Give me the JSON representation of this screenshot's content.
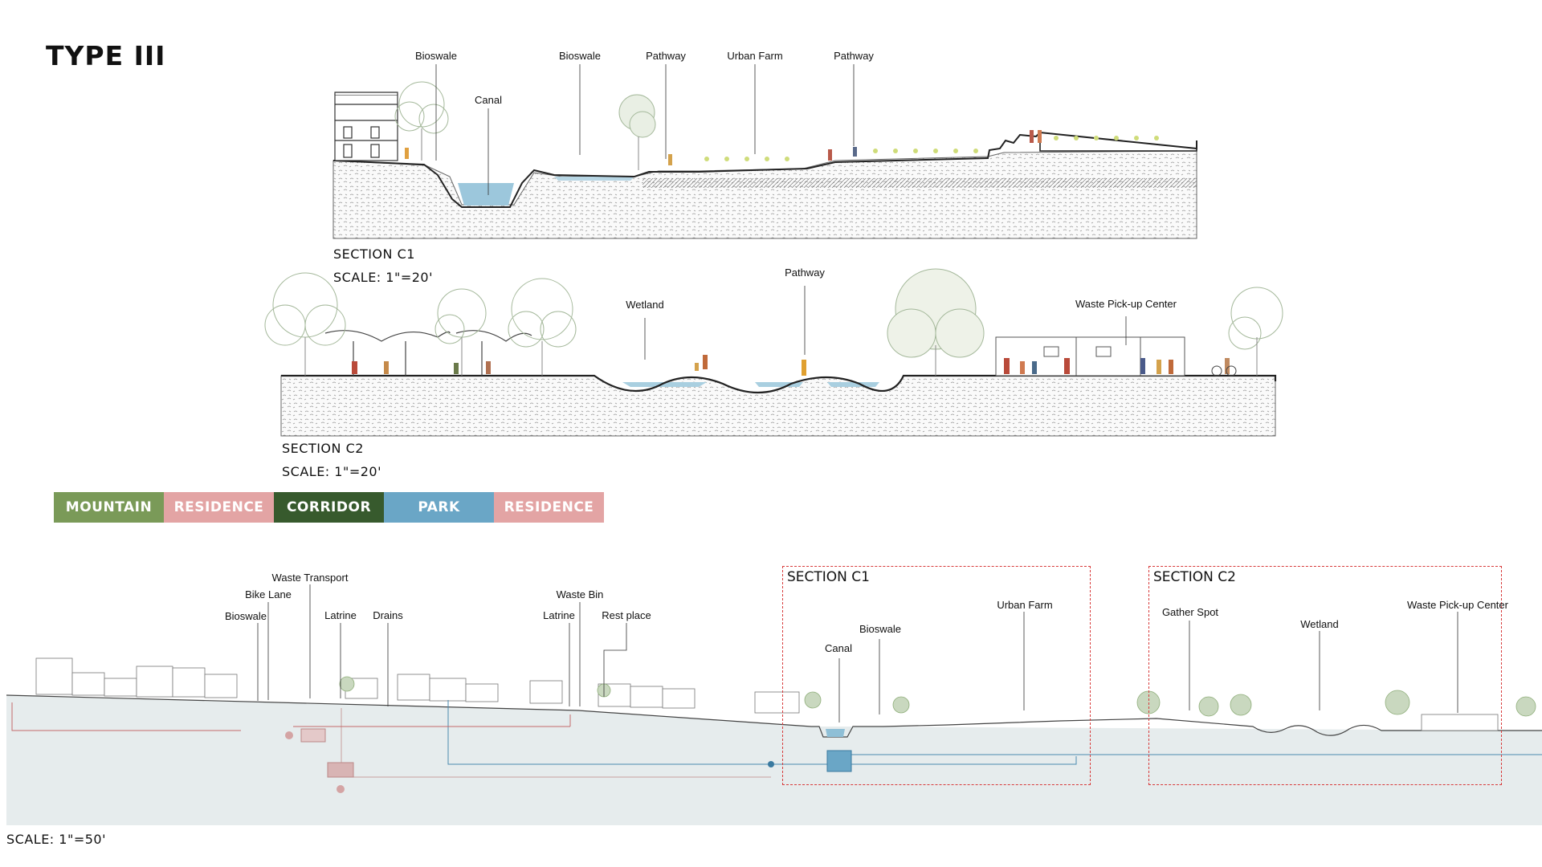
{
  "title": "TYPE III",
  "section_c1": {
    "labels": [
      "Bioswale",
      "Canal",
      "Bioswale",
      "Pathway",
      "Urban Farm",
      "Pathway"
    ],
    "name": "SECTION C1",
    "scale": "SCALE: 1\"=20'"
  },
  "section_c2": {
    "labels": [
      "Wetland",
      "Pathway",
      "Waste Pick-up Center"
    ],
    "name": "SECTION C2",
    "scale": "SCALE: 1\"=20'"
  },
  "legend": [
    {
      "label": "MOUNTAIN",
      "color": "#7a9a58"
    },
    {
      "label": "RESIDENCE",
      "color": "#e3a4a4"
    },
    {
      "label": "CORRIDOR",
      "color": "#375a2d"
    },
    {
      "label": "PARK",
      "color": "#6aa6c6"
    },
    {
      "label": "RESIDENCE",
      "color": "#e3a4a4"
    }
  ],
  "overall": {
    "labels": [
      "Waste Transport",
      "Bike Lane",
      "Bioswale",
      "Latrine",
      "Drains",
      "Waste Bin",
      "Latrine",
      "Rest place"
    ],
    "box_c1": {
      "title": "SECTION C1",
      "labels": [
        "Urban Farm",
        "Bioswale",
        "Canal"
      ]
    },
    "box_c2": {
      "title": "SECTION C2",
      "labels": [
        "Gather Spot",
        "Wetland",
        "Waste Pick-up Center"
      ]
    },
    "scale": "SCALE: 1\"=50'"
  },
  "colors": {
    "water": "#9cc7dc",
    "ground": "#e6eced",
    "tree": "#8fae7a",
    "dashed_box": "#d83a3a"
  }
}
